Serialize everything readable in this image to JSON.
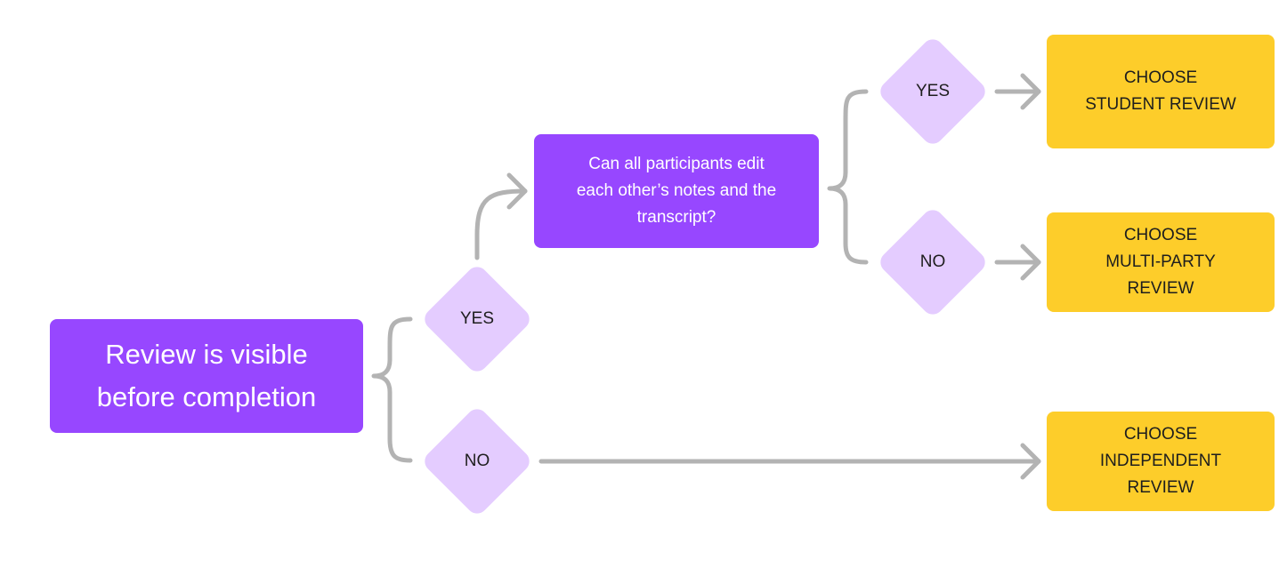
{
  "start": {
    "label": "Review is visible\nbefore completion"
  },
  "decision_1": {
    "yes_label": "YES",
    "no_label": "NO"
  },
  "question": {
    "label": "Can all participants edit\neach other’s notes and the\ntranscript?"
  },
  "decision_2": {
    "yes_label": "YES",
    "no_label": "NO"
  },
  "outcomes": {
    "student_review": "CHOOSE\nSTUDENT REVIEW",
    "multi_party_review": "CHOOSE\nMULTI-PARTY\nREVIEW",
    "independent_review": "CHOOSE\nINDEPENDENT\nREVIEW"
  },
  "colors": {
    "process": "#9747ff",
    "decision": "#e4ccff",
    "outcome": "#fdcd2a",
    "connector": "#b3b3b3"
  }
}
